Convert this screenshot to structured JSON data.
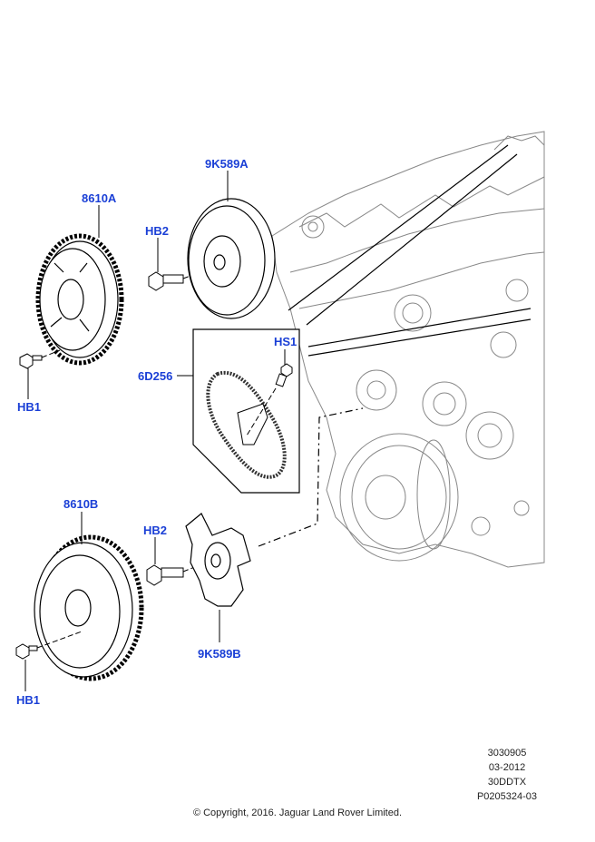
{
  "diagram": {
    "label_color": "#1a3fd6",
    "callouts": [
      {
        "id": "9K589A",
        "text": "9K589A"
      },
      {
        "id": "8610A",
        "text": "8610A"
      },
      {
        "id": "HB2_top",
        "text": "HB2"
      },
      {
        "id": "HB1_top",
        "text": "HB1"
      },
      {
        "id": "HS1",
        "text": "HS1"
      },
      {
        "id": "6D256",
        "text": "6D256"
      },
      {
        "id": "8610B",
        "text": "8610B"
      },
      {
        "id": "HB2_bottom",
        "text": "HB2"
      },
      {
        "id": "9K589B",
        "text": "9K589B"
      },
      {
        "id": "HB1_bottom",
        "text": "HB1"
      }
    ]
  },
  "info_block": {
    "line1": "3030905",
    "line2": "03-2012",
    "line3": "30DDTX",
    "line4": "P0205324-03"
  },
  "footer": {
    "copyright": "© Copyright, 2016. Jaguar Land Rover Limited."
  }
}
